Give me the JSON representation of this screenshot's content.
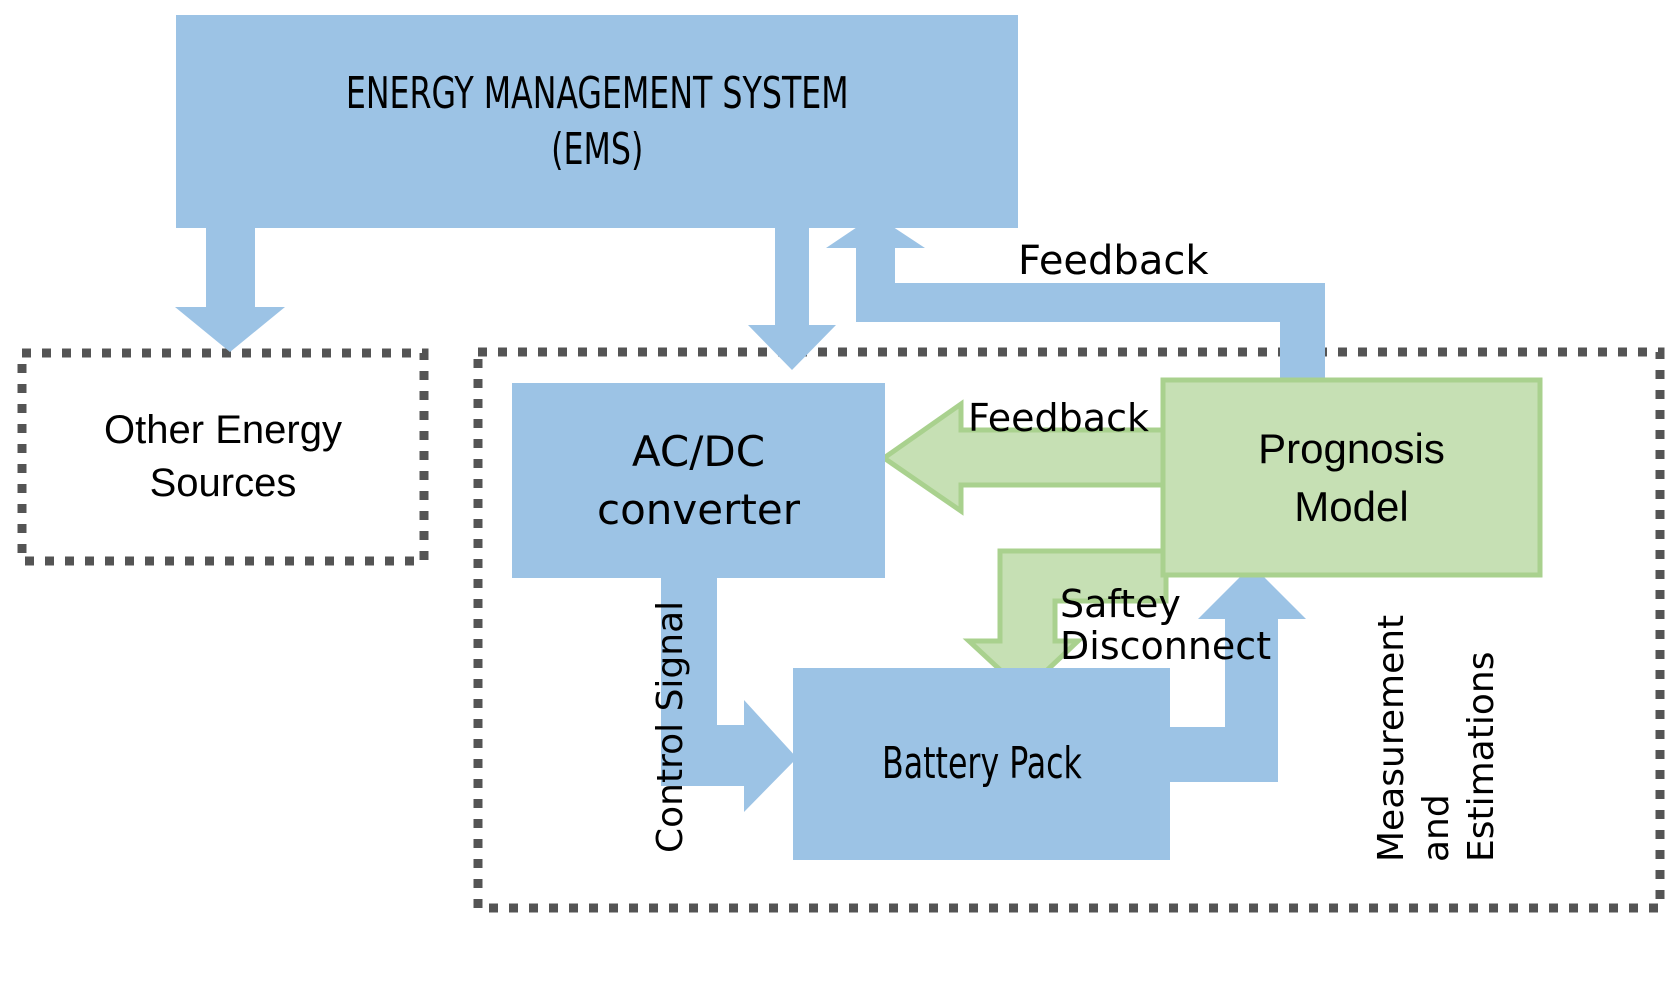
{
  "diagram": {
    "title_sr": "Energy management system with battery pack prognosis model block diagram",
    "colors": {
      "blue_fill": "#9CC3E5",
      "green_fill": "#C6E0B4",
      "green_stroke": "#A9D18E",
      "dotted_border": "#545454",
      "text": "#000000",
      "background": "#FFFFFF"
    }
  },
  "boxes": {
    "ems": {
      "line1": "ENERGY MANAGEMENT SYSTEM",
      "line2": "(EMS)"
    },
    "other_sources": {
      "line1": "Other Energy",
      "line2": "Sources"
    },
    "acdc": {
      "line1": "AC/DC",
      "line2": "converter"
    },
    "prognosis": {
      "line1": "Prognosis",
      "line2": "Model"
    },
    "battery": {
      "line1": "Battery Pack"
    }
  },
  "edge_labels": {
    "feedback_top": "Feedback",
    "feedback_inner": "Feedback",
    "safety_line1": "Saftey",
    "safety_line2": "Disconnect",
    "control_signal": "Control Signal",
    "measurement_line1": "Measurement",
    "measurement_line2": "and",
    "measurement_line3": "Estimations"
  }
}
